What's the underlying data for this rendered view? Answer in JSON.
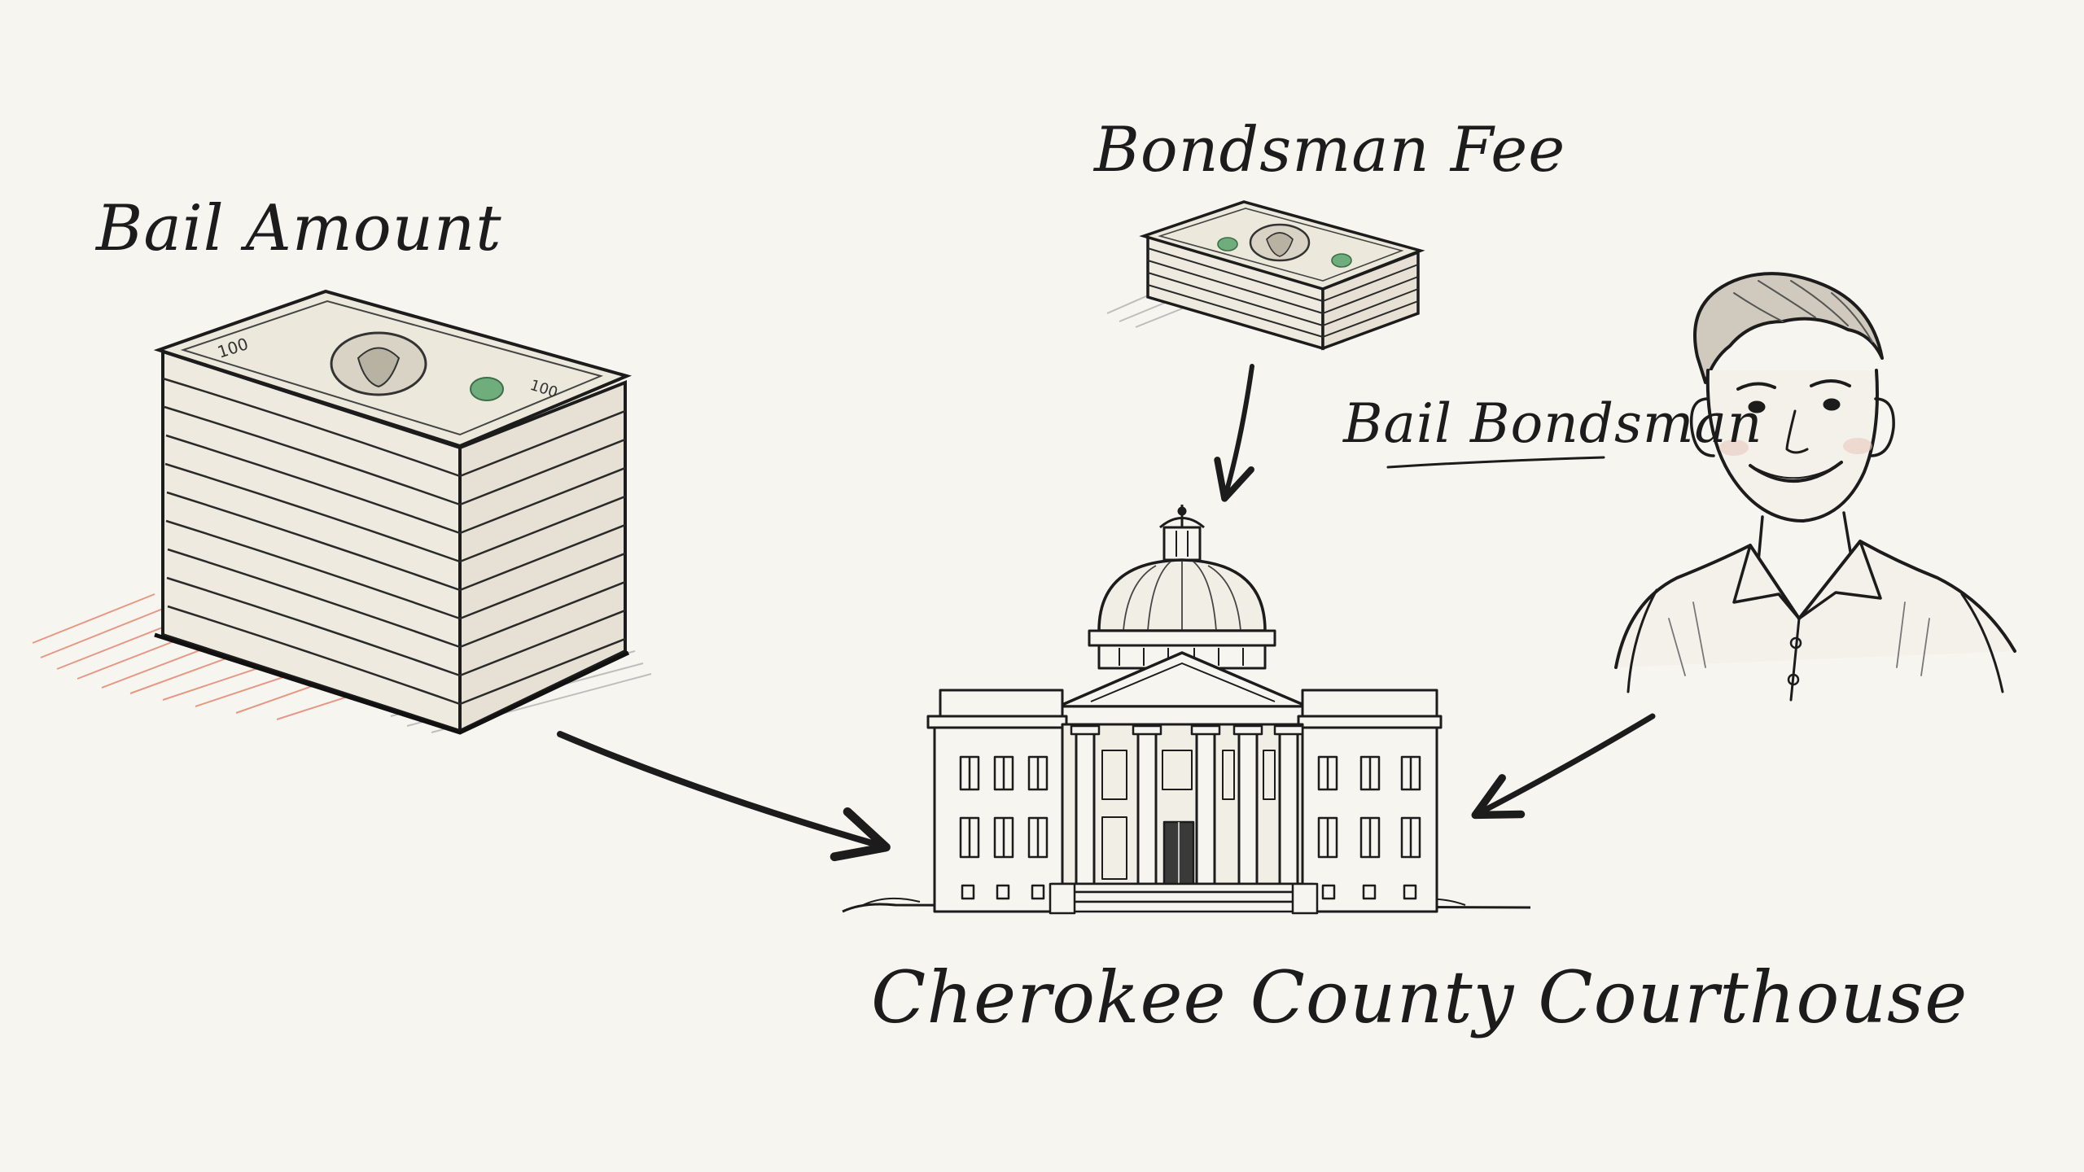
{
  "labels": {
    "bail_amount": "Bail Amount",
    "bondsman_fee": "Bondsman Fee",
    "bail_bondsman": "Bail Bondsman",
    "courthouse": "Cherokee County Courthouse"
  },
  "flows": [
    {
      "from": "Bail Amount",
      "to": "Cherokee County Courthouse"
    },
    {
      "from": "Bondsman Fee",
      "to": "Cherokee County Courthouse"
    },
    {
      "from": "Bail Bondsman",
      "to": "Cherokee County Courthouse"
    }
  ],
  "icons": {
    "bail_amount": "money-stack-large-icon",
    "bondsman_fee": "money-stack-small-icon",
    "bail_bondsman": "person-icon",
    "courthouse": "courthouse-icon"
  },
  "colors": {
    "background": "#f7f5f0",
    "ink": "#1c1c1c",
    "money_green": "#5f9e6e",
    "shadow_red": "#e07a5f"
  }
}
